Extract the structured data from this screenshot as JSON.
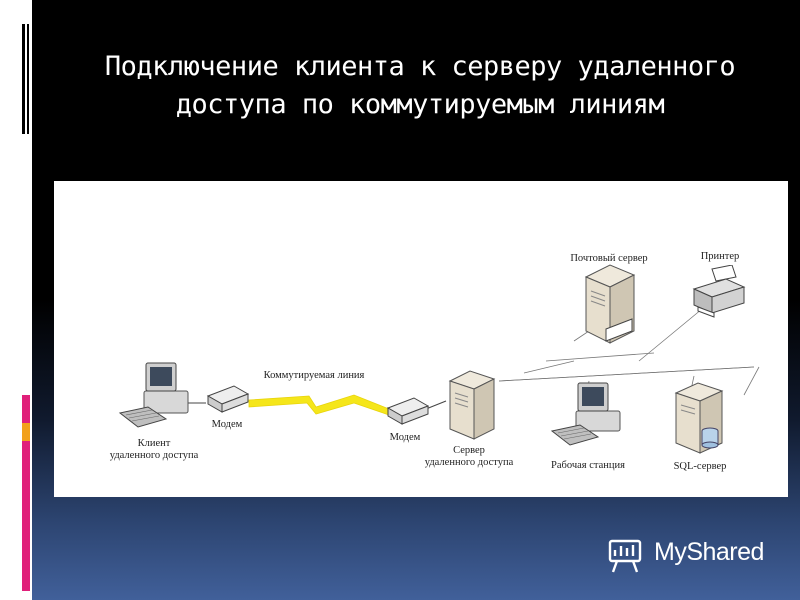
{
  "slide": {
    "title_line1": "Подключение клиента к серверу удаленного",
    "title_line2": "доступа по коммутируемым линиям"
  },
  "diagram": {
    "nodes": {
      "client": {
        "line1": "Клиент",
        "line2": "удаленного доступа",
        "icon": "desktop-computer-icon"
      },
      "modem_left": {
        "label": "Модем",
        "icon": "modem-icon"
      },
      "modem_right": {
        "label": "Модем",
        "icon": "modem-icon"
      },
      "remote_server": {
        "line1": "Сервер",
        "line2": "удаленного доступа",
        "icon": "server-tower-icon"
      },
      "mail_server": {
        "label": "Почтовый сервер",
        "icon": "server-tower-icon"
      },
      "printer": {
        "label": "Принтер",
        "icon": "printer-icon"
      },
      "workstation": {
        "label": "Рабочая станция",
        "icon": "desktop-computer-icon"
      },
      "sql_server": {
        "label": "SQL-сервер",
        "icon": "database-server-icon"
      }
    },
    "links": {
      "dialup_label": "Коммутируемая линия",
      "dialup_color": "#f5e61a"
    }
  },
  "watermark": {
    "text": "MyShared",
    "icon": "presentation-board-icon"
  },
  "colors": {
    "accent_pink": "#e0207a",
    "accent_orange": "#f2a11c",
    "background_bottom": "#41609a"
  }
}
